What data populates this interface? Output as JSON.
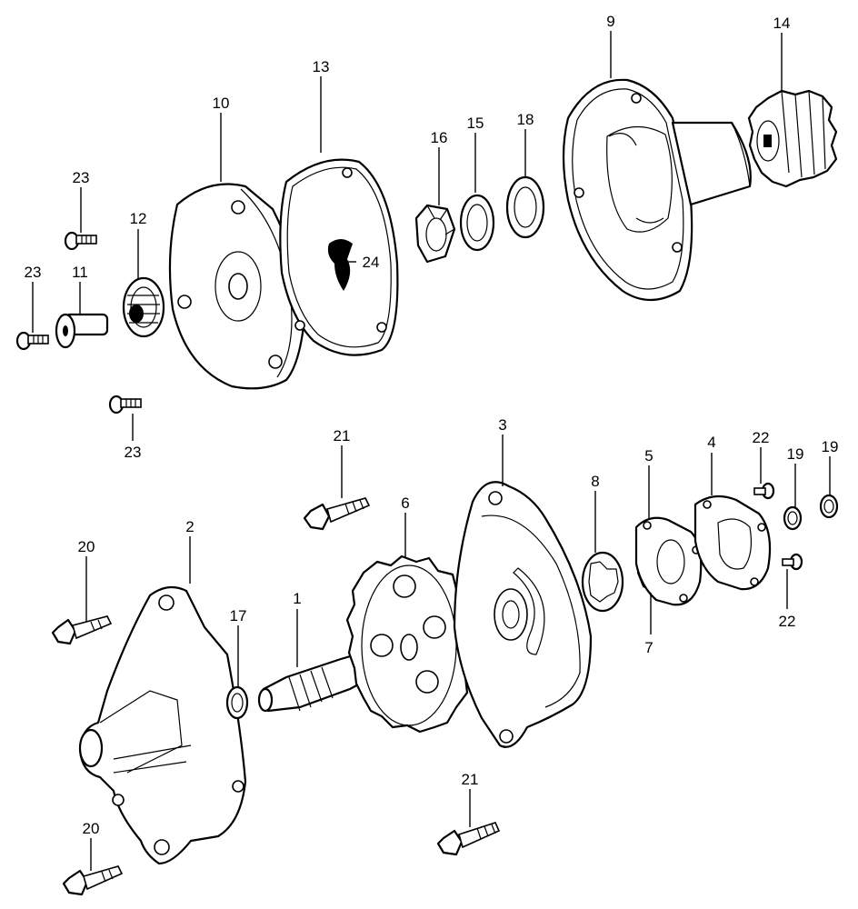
{
  "callouts": [
    "1",
    "2",
    "3",
    "4",
    "5",
    "6",
    "7",
    "8",
    "9",
    "10",
    "11",
    "12",
    "13",
    "14",
    "15",
    "16",
    "17",
    "18",
    "19",
    "19",
    "20",
    "20",
    "21",
    "21",
    "22",
    "22",
    "23",
    "23",
    "23",
    "24"
  ]
}
